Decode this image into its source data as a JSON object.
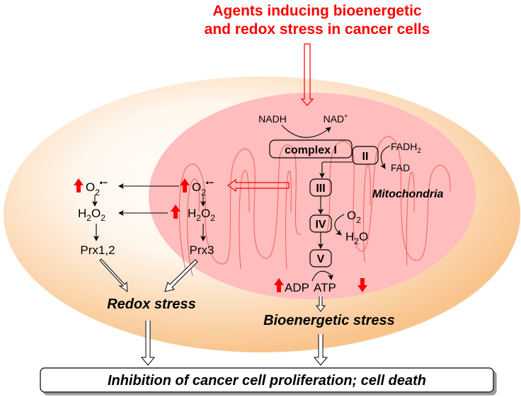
{
  "title": {
    "line1": "Agents inducing bioenergetic",
    "line2": "and redox stress in cancer cells"
  },
  "colors": {
    "title_red": "#FF0000",
    "up_down_arrow_red": "#FF0000",
    "cell_edge": "#F9C48C",
    "cell_center": "#FFFFFF",
    "mitochondria_fill": "#FFBDBD",
    "cristae_line": "#EE6666"
  },
  "mitochondria": {
    "label": "Mitochondria",
    "nadh": "NADH",
    "nad": "NAD",
    "nad_sup": "+",
    "complexes": {
      "c1": "complex I",
      "c2": "II",
      "c3": "III",
      "c4": "IV",
      "c5": "V"
    },
    "fadh2": "FADH",
    "fadh2_sub": "2",
    "fad": "FAD",
    "o2": "O",
    "o2_sub": "2",
    "h2o_h": "H",
    "h2o_sub": "2",
    "h2o_o": "O",
    "adp": "ADP",
    "atp": "ATP",
    "adp_trend": "up",
    "atp_trend": "down",
    "superoxide": {
      "base": "O",
      "sub": "2",
      "sup": "•−",
      "trend": "up"
    },
    "peroxide": {
      "h": "H",
      "sub1": "2",
      "o": "O",
      "sub2": "2",
      "trend": "up"
    },
    "prx": "Prx3"
  },
  "cytosol": {
    "superoxide": {
      "base": "O",
      "sub": "2",
      "sup": "•−",
      "trend": "up"
    },
    "peroxide": {
      "h": "H",
      "sub1": "2",
      "o": "O",
      "sub2": "2"
    },
    "prx": "Prx1,2"
  },
  "outcomes": {
    "redox_stress": "Redox stress",
    "bioenergetic_stress": "Bioenergetic stress",
    "final": "Inhibition of cancer cell proliferation; cell death"
  }
}
